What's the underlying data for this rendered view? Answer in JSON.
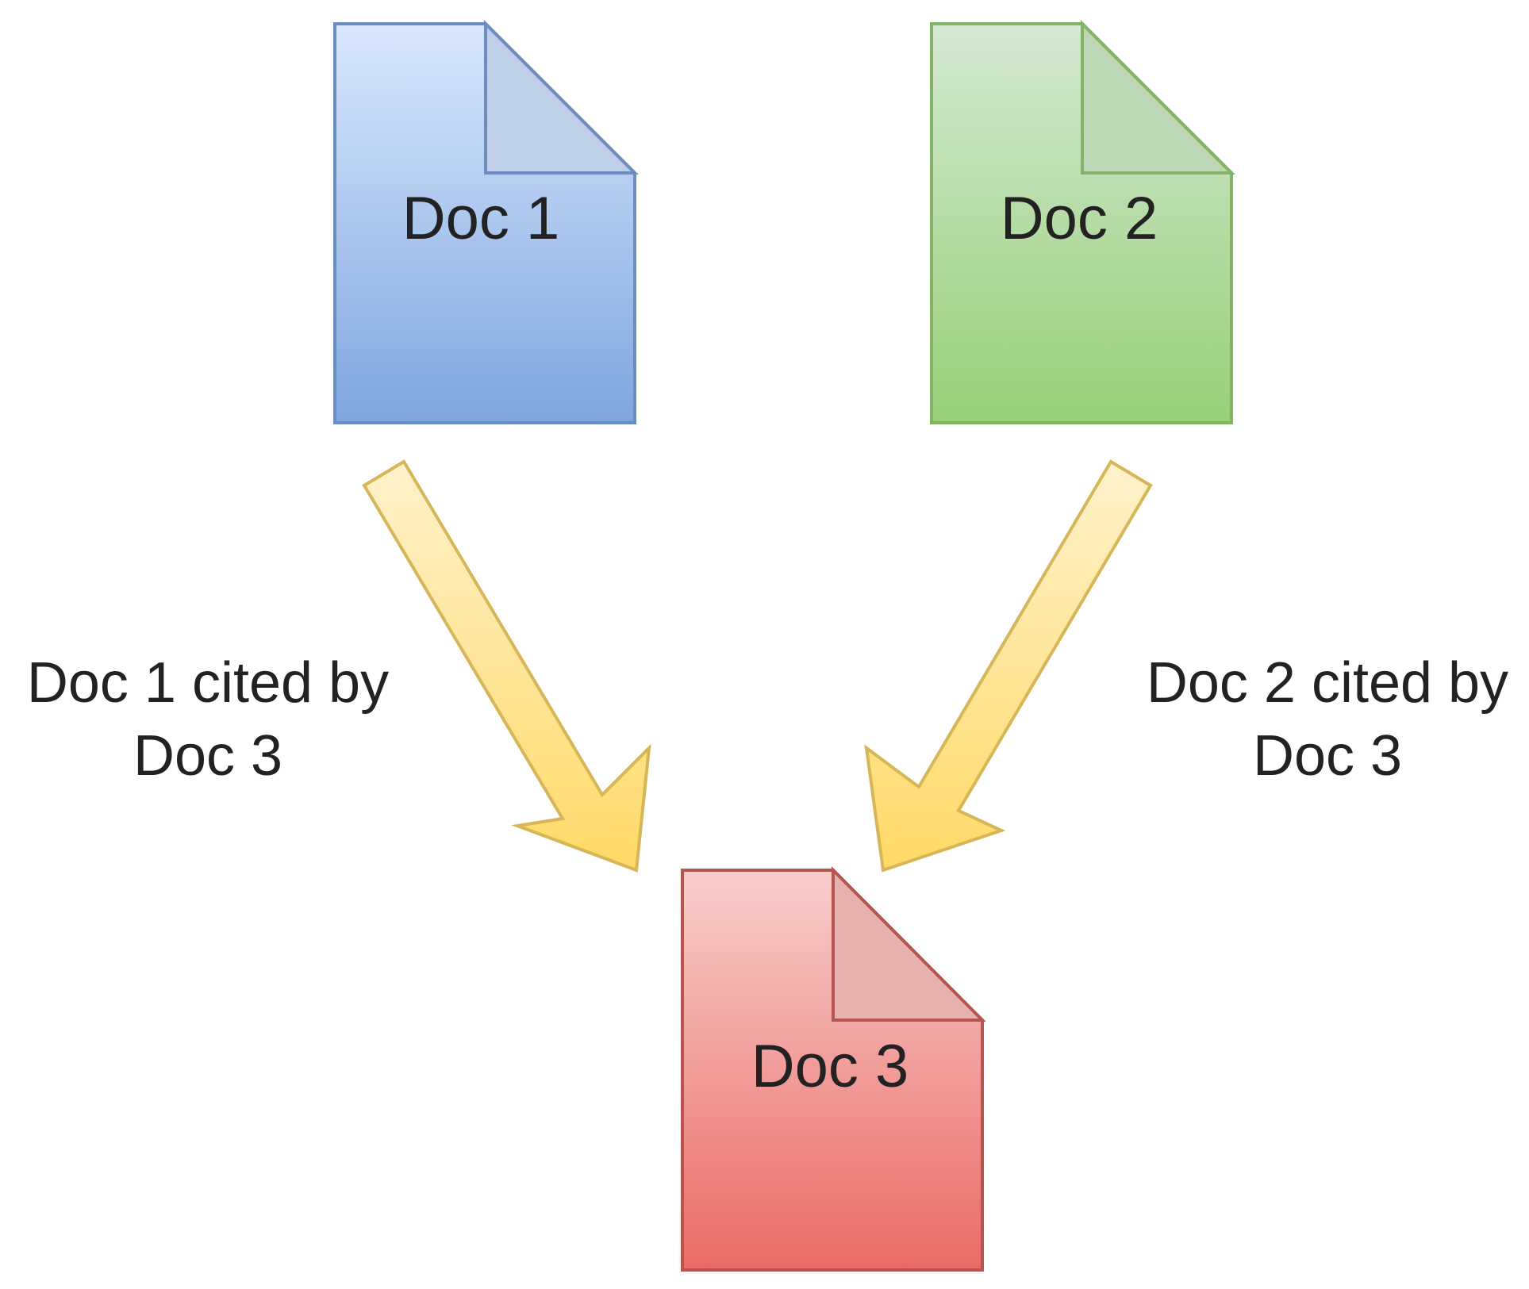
{
  "diagram": {
    "nodes": [
      {
        "id": "doc1",
        "label": "Doc 1",
        "fill_top": "#dae8fc",
        "fill_bottom": "#7ea6e0",
        "stroke": "#6c8ebf",
        "fold": "#bfcfe7"
      },
      {
        "id": "doc2",
        "label": "Doc 2",
        "fill_top": "#d5e8d4",
        "fill_bottom": "#97d077",
        "stroke": "#82b366",
        "fold": "#bcd6b6"
      },
      {
        "id": "doc3",
        "label": "Doc 3",
        "fill_top": "#f8cecc",
        "fill_bottom": "#ea6b66",
        "stroke": "#b85450",
        "fold": "#e6b1ae"
      }
    ],
    "edges": [
      {
        "from": "doc1",
        "to": "doc3",
        "label_line1": "Doc 1 cited by",
        "label_line2": "Doc 3"
      },
      {
        "from": "doc2",
        "to": "doc3",
        "label_line1": "Doc 2 cited by",
        "label_line2": "Doc 3"
      }
    ],
    "arrow_colors": {
      "top": "#fff2cc",
      "bottom": "#ffd966",
      "stroke": "#d6b656"
    }
  }
}
